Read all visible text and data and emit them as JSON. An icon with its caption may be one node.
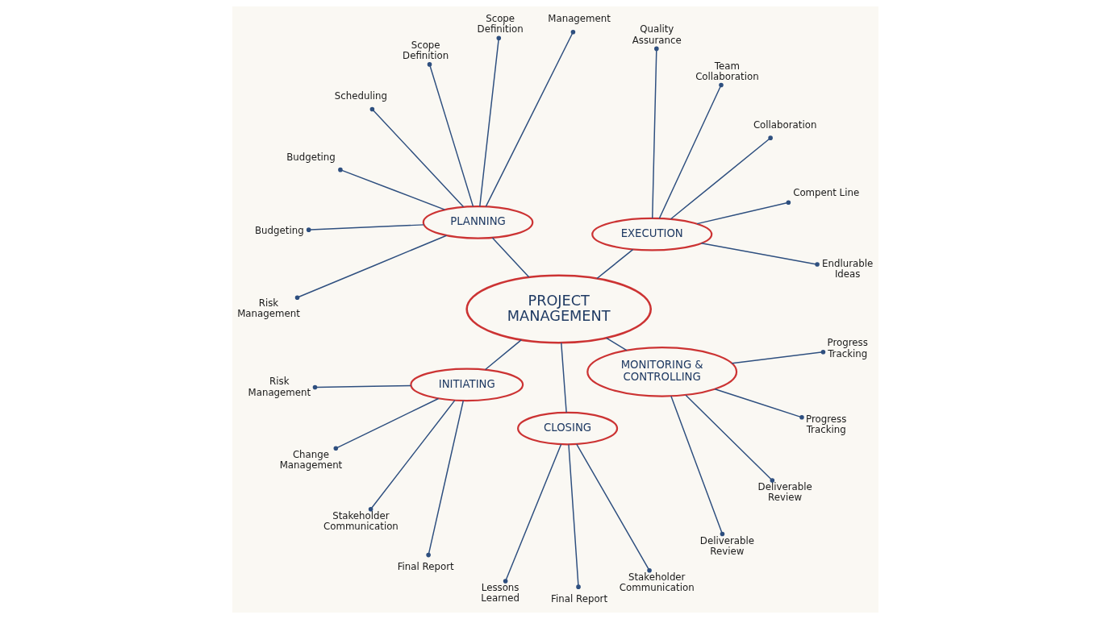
{
  "diagram": {
    "nodes": [
      {
        "text": [
          "PROJECT MANAGEMENT"
        ]
      },
      {
        "text": [
          "PLANNING"
        ]
      },
      {
        "text": [
          "EXECUTION"
        ]
      },
      {
        "text": [
          "INITIATING"
        ]
      },
      {
        "text": [
          "CLOSING"
        ]
      },
      {
        "text": [
          "MONITORING & CONTROLLING"
        ]
      },
      {
        "text": [
          "Scope Definition"
        ]
      },
      {
        "text": [
          "Scope Definition"
        ]
      },
      {
        "text": [
          "Management"
        ]
      },
      {
        "text": [
          "Scheduling"
        ]
      },
      {
        "text": [
          "Budgeting"
        ]
      },
      {
        "text": [
          "Budgeting"
        ]
      },
      {
        "text": [
          "Risk Management"
        ]
      },
      {
        "text": [
          "Quality Assurance"
        ]
      },
      {
        "text": [
          "Team Collaboration"
        ]
      },
      {
        "text": [
          "Collaboration"
        ]
      },
      {
        "text": [
          "Compent Line"
        ]
      },
      {
        "text": [
          "Endlurable Ideas"
        ]
      },
      {
        "text": [
          "Risk Management"
        ]
      },
      {
        "text": [
          "Change Management"
        ]
      },
      {
        "text": [
          "Stakeholder Communication"
        ]
      },
      {
        "text": [
          "Final Report"
        ]
      },
      {
        "text": [
          "Lessons Learned"
        ]
      },
      {
        "text": [
          "Final Report"
        ]
      },
      {
        "text": [
          "Stakeholder Communication"
        ]
      },
      {
        "text": [
          "Progress Tracking"
        ]
      },
      {
        "text": [
          "Progress Tracking"
        ]
      },
      {
        "text": [
          "Deliverable Review"
        ]
      },
      {
        "text": [
          "Deliverable Review"
        ]
      }
    ],
    "edges": [
      {
        "from": 0,
        "to": 1,
        "arrow": "none"
      },
      {
        "from": 0,
        "to": 2,
        "arrow": "none"
      },
      {
        "from": 0,
        "to": 5,
        "arrow": "none"
      },
      {
        "from": 0,
        "to": 4,
        "arrow": "none"
      },
      {
        "from": 0,
        "to": 3,
        "arrow": "none"
      },
      {
        "from": 1,
        "to": 6,
        "arrow": "other"
      },
      {
        "from": 1,
        "to": 7,
        "arrow": "other"
      },
      {
        "from": 1,
        "to": 8,
        "arrow": "other"
      },
      {
        "from": 1,
        "to": 9,
        "arrow": "other"
      },
      {
        "from": 1,
        "to": 10,
        "arrow": "other"
      },
      {
        "from": 1,
        "to": 11,
        "arrow": "other"
      },
      {
        "from": 1,
        "to": 12,
        "arrow": "other"
      },
      {
        "from": 2,
        "to": 13,
        "arrow": "other"
      },
      {
        "from": 2,
        "to": 14,
        "arrow": "other"
      },
      {
        "from": 2,
        "to": 15,
        "arrow": "other"
      },
      {
        "from": 2,
        "to": 16,
        "arrow": "other"
      },
      {
        "from": 2,
        "to": 17,
        "arrow": "other"
      },
      {
        "from": 3,
        "to": 18,
        "arrow": "other"
      },
      {
        "from": 3,
        "to": 19,
        "arrow": "other"
      },
      {
        "from": 3,
        "to": 20,
        "arrow": "other"
      },
      {
        "from": 3,
        "to": 21,
        "arrow": "other"
      },
      {
        "from": 4,
        "to": 22,
        "arrow": "other"
      },
      {
        "from": 4,
        "to": 23,
        "arrow": "other"
      },
      {
        "from": 4,
        "to": 24,
        "arrow": "other"
      },
      {
        "from": 5,
        "to": 25,
        "arrow": "other"
      },
      {
        "from": 5,
        "to": 26,
        "arrow": "other"
      },
      {
        "from": 5,
        "to": 27,
        "arrow": "other"
      },
      {
        "from": 5,
        "to": 28,
        "arrow": "other"
      }
    ]
  }
}
